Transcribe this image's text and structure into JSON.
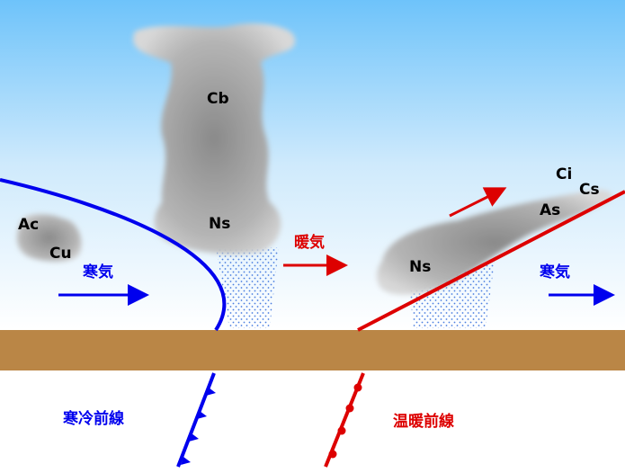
{
  "title": "Cold front and warm front cloud diagram",
  "clouds": {
    "cb": "Cb",
    "ns_left": "Ns",
    "ac": "Ac",
    "cu": "Cu",
    "ns_right": "Ns",
    "ci": "Ci",
    "cs": "Cs",
    "as": "As"
  },
  "air": {
    "cold_left": "寒気",
    "warm": "暖気",
    "cold_right": "寒気"
  },
  "legend": {
    "cold_front": "寒冷前線",
    "warm_front": "温暖前線"
  },
  "colors": {
    "cold": "#0000ee",
    "warm": "#dd0000",
    "ground": "#ba8646",
    "sky_top": "#6ec3fa"
  }
}
